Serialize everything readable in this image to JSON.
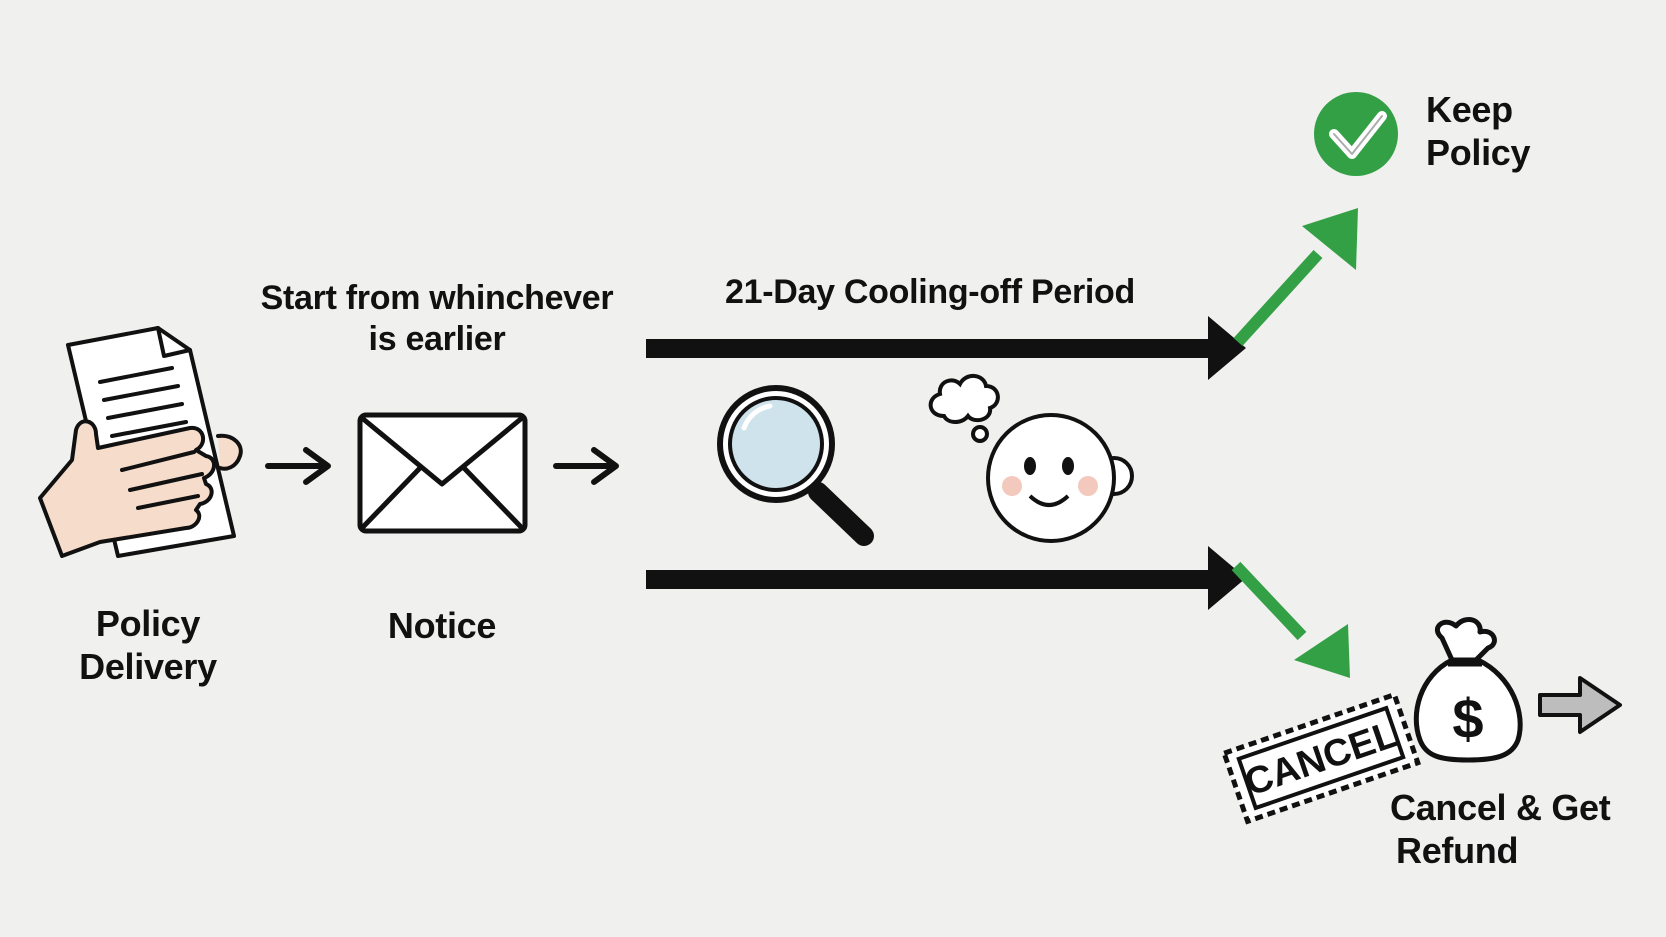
{
  "labels": {
    "start_note_line1": "Start from whinchever",
    "start_note_line2": "is earlier",
    "cooling_off": "21-Day Cooling-off Period",
    "policy_delivery_line1": "Policy",
    "policy_delivery_line2": "Delivery",
    "notice": "Notice",
    "keep_policy_line1": "Keep",
    "keep_policy_line2": "Policy",
    "cancel_refund_line1": "Cancel & Get",
    "cancel_refund_line2": "Refund",
    "cancel_stamp": "CANCEL",
    "money_symbol": "$"
  },
  "icons": {
    "policy_document": "document-hand-icon",
    "notice": "envelope-icon",
    "review": "magnifier-icon",
    "thinking": "thinking-face-icon",
    "keep": "check-circle-icon",
    "cancel": "cancel-ticket-icon",
    "refund": "money-bag-icon",
    "next": "right-arrow-icon"
  },
  "colors": {
    "background": "#f0f0ee",
    "ink": "#111111",
    "green": "#33a046",
    "skin": "#f6dccb",
    "lens": "#cfe3ec",
    "gray_arrow": "#bdbdbd"
  }
}
